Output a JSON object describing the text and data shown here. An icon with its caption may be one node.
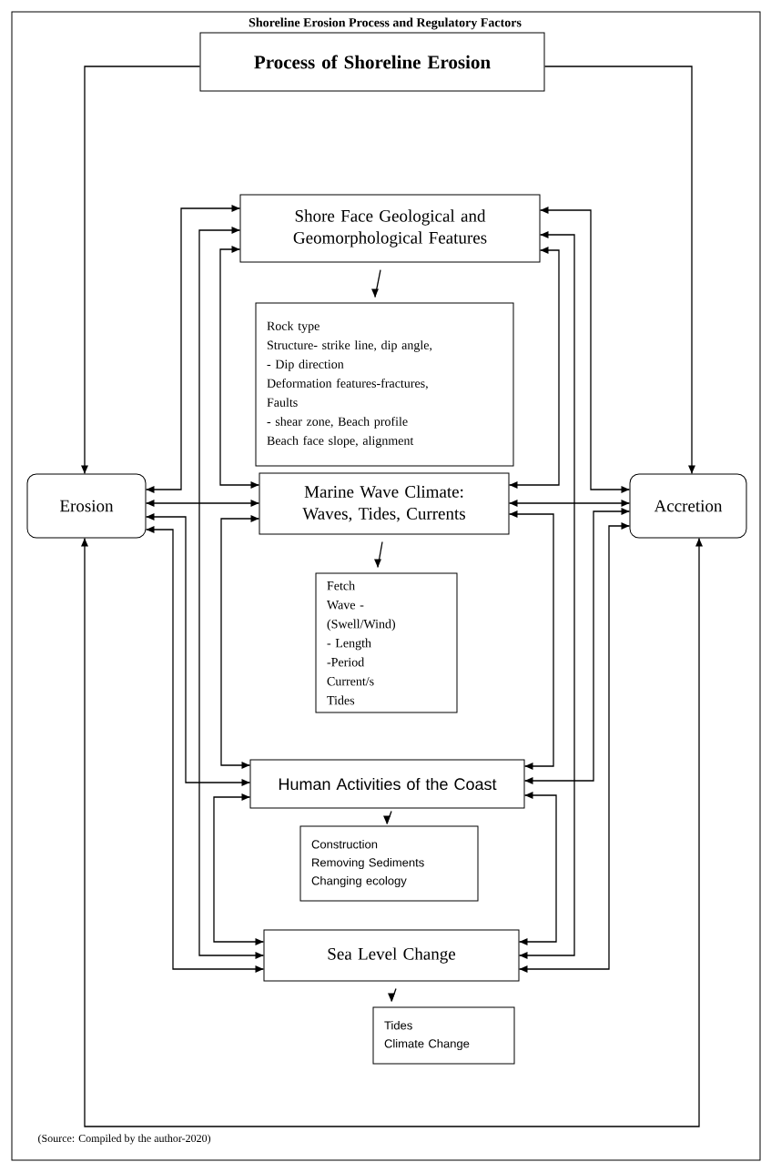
{
  "diagram": {
    "title": "Shoreline Erosion Process and Regulatory Factors",
    "caption": "(Source: Compiled by the author-2020)",
    "nodes": [
      {
        "text": [
          "Process of Shoreline Erosion"
        ]
      },
      {
        "text": [
          "Shore Face Geological and Geomorphological Features"
        ]
      },
      {
        "text": [
          "Rock type",
          "Structure- strike line, dip angle,",
          "- Dip direction",
          "Deformation features-fractures,",
          "Faults",
          "- shear zone, Beach profile",
          "Beach face slope, alignment"
        ]
      },
      {
        "text": [
          "Marine Wave Climate: Waves, Tides, Currents"
        ]
      },
      {
        "text": [
          "Fetch",
          "Wave -",
          "(Swell/Wind)",
          "- Length",
          "-Period",
          "Current/s",
          "Tides"
        ]
      },
      {
        "text": [
          "Human Activities of the Coast"
        ]
      },
      {
        "text": [
          "Construction",
          "Removing Sediments",
          "Changing ecology"
        ]
      },
      {
        "text": [
          "Sea Level Change"
        ]
      },
      {
        "text": [
          "Tides",
          "Climate Change"
        ]
      },
      {
        "text": [
          "Erosion"
        ]
      },
      {
        "text": [
          "Accretion"
        ]
      }
    ],
    "edges": [
      {
        "from": 0,
        "to": 9,
        "arrow": "to"
      },
      {
        "from": 0,
        "to": 10,
        "arrow": "to"
      },
      {
        "from": 1,
        "to": 2,
        "arrow": "to"
      },
      {
        "from": 3,
        "to": 4,
        "arrow": "to"
      },
      {
        "from": 5,
        "to": 6,
        "arrow": "to"
      },
      {
        "from": 7,
        "to": 8,
        "arrow": "to"
      },
      {
        "from": 9,
        "to": 1,
        "arrow": "both"
      },
      {
        "from": 9,
        "to": 3,
        "arrow": "both"
      },
      {
        "from": 9,
        "to": 5,
        "arrow": "both"
      },
      {
        "from": 9,
        "to": 7,
        "arrow": "both"
      },
      {
        "from": 1,
        "to": 3,
        "arrow": "both"
      },
      {
        "from": 1,
        "to": 7,
        "arrow": "both"
      },
      {
        "from": 3,
        "to": 5,
        "arrow": "both"
      },
      {
        "from": 5,
        "to": 7,
        "arrow": "both"
      },
      {
        "from": 1,
        "to": 10,
        "arrow": "both"
      },
      {
        "from": 1,
        "to": 7,
        "arrow": "both"
      },
      {
        "from": 1,
        "to": 3,
        "arrow": "both"
      },
      {
        "from": 3,
        "to": 10,
        "arrow": "both"
      },
      {
        "from": 3,
        "to": 5,
        "arrow": "both"
      },
      {
        "from": 10,
        "to": 5,
        "arrow": "both"
      },
      {
        "from": 10,
        "to": 7,
        "arrow": "both"
      },
      {
        "from": 5,
        "to": 7,
        "arrow": "both"
      },
      {
        "from": 9,
        "to": 10,
        "arrow": "both"
      }
    ]
  }
}
